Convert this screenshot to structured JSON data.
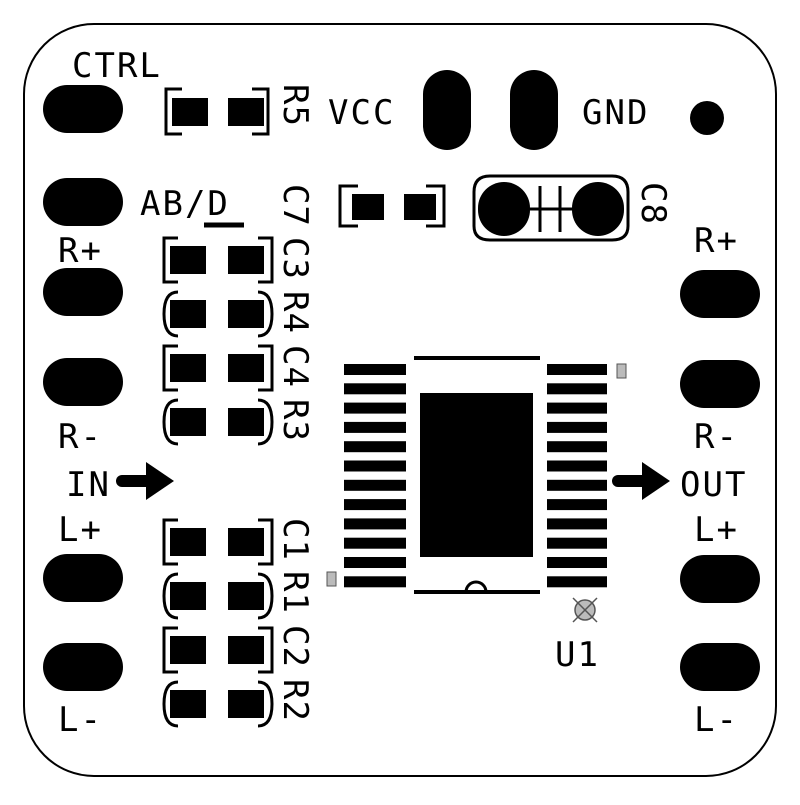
{
  "board": {
    "labels": {
      "ctrl": "CTRL",
      "vcc": "VCC",
      "gnd": "GND",
      "abd": "AB/D",
      "r_plus_left": "R+",
      "r_minus_left": "R-",
      "in": "IN",
      "l_plus_left": "L+",
      "l_minus_left": "L-",
      "r_plus_right": "R+",
      "r_minus_right": "R-",
      "out": "OUT",
      "l_plus_right": "L+",
      "l_minus_right": "L-",
      "u1": "U1"
    },
    "refdes": {
      "r5": "R5",
      "c8": "C8",
      "c7": "C7",
      "c3": "C3",
      "r4": "R4",
      "c4": "C4",
      "r3": "R3",
      "c1": "C1",
      "r1": "R1",
      "c2": "C2",
      "r2": "R2"
    },
    "colors": {
      "copper": "#000000",
      "outline": "#000000",
      "background": "#ffffff",
      "marker_fill": "#bbbbbb",
      "marker_stroke": "#555555"
    }
  }
}
